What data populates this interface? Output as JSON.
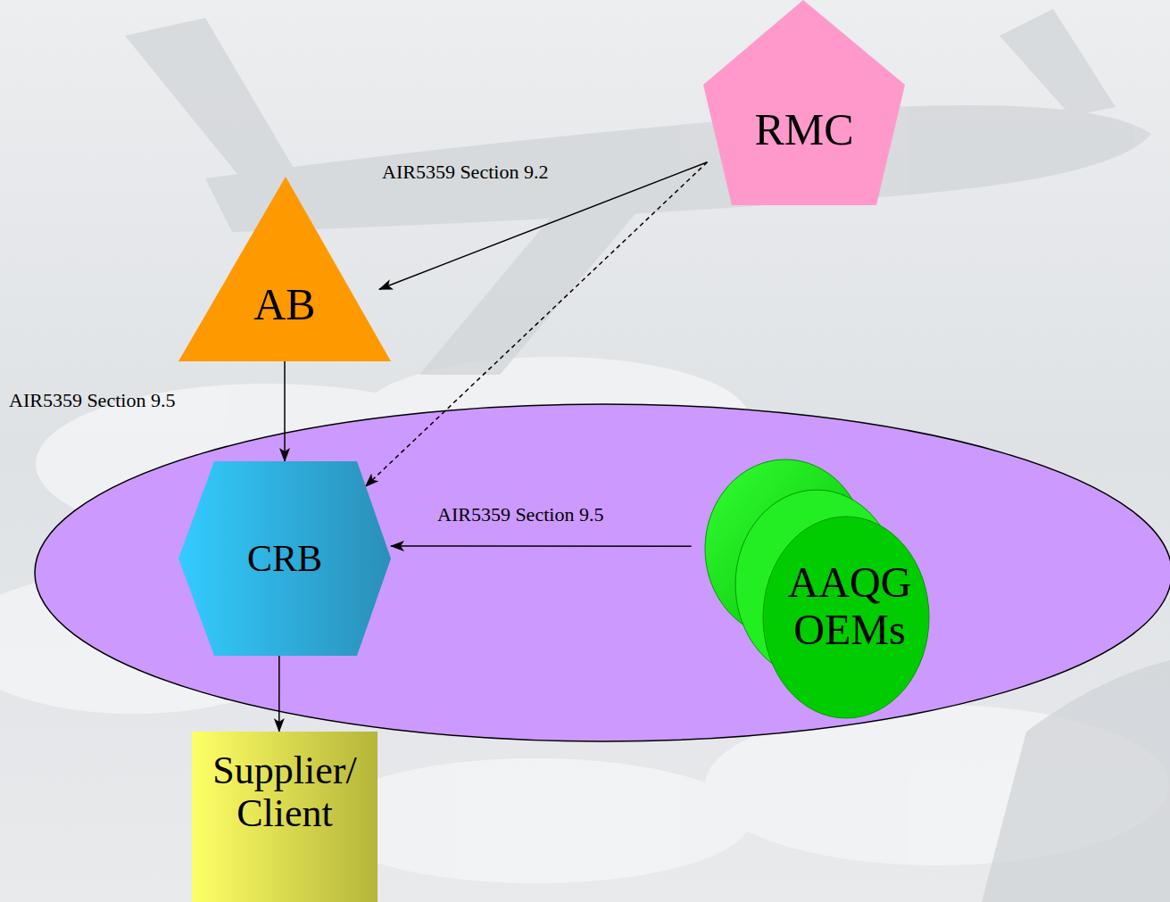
{
  "diagram": {
    "nodes": [
      {
        "text": [
          "RMC"
        ]
      },
      {
        "text": [
          "AB"
        ]
      },
      {
        "text": [
          "CRB"
        ]
      },
      {
        "text": [
          "AAQG OEMs"
        ]
      },
      {
        "text": [
          "Supplier/ Client"
        ]
      }
    ],
    "edges": [
      {
        "from": 0,
        "to": 1,
        "arrow": "to",
        "label": "AIR5359 Section 9.2"
      },
      {
        "from": 0,
        "to": 2,
        "arrow": "to"
      },
      {
        "from": 1,
        "to": 2,
        "arrow": "to",
        "label": "AIR5359 Section 9.5"
      },
      {
        "from": 3,
        "to": 2,
        "arrow": "to",
        "label": "AIR5359 Section 9.5"
      },
      {
        "from": 2,
        "to": 4,
        "arrow": "to"
      }
    ]
  }
}
